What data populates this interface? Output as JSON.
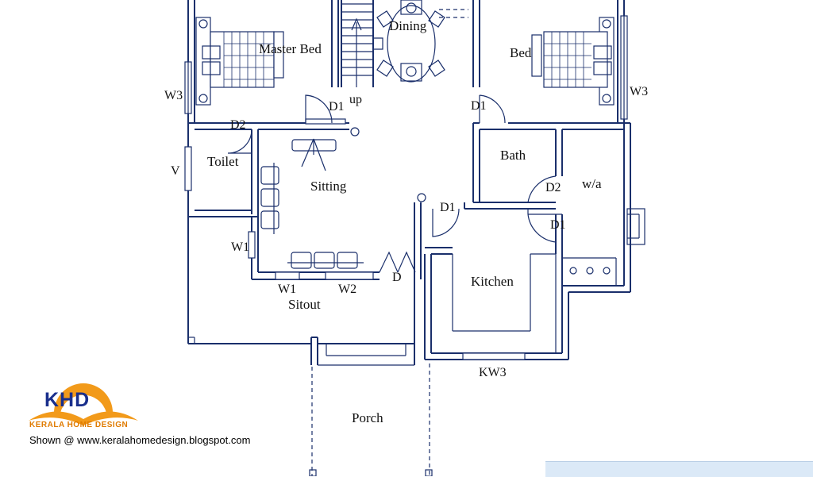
{
  "rooms": {
    "master_bed": "Master Bed",
    "dining": "Dining",
    "bed": "Bed",
    "toilet": "Toilet",
    "sitting": "Sitting",
    "bath": "Bath",
    "wa": "w/a",
    "kitchen": "Kitchen",
    "sitout": "Sitout",
    "porch": "Porch"
  },
  "openings": {
    "w3_left": "W3",
    "w3_right": "W3",
    "d1_master": "D1",
    "d1_bed": "D1",
    "d2_toilet": "D2",
    "v": "V",
    "d1_kitchen_left": "D1",
    "d2_wa": "D2",
    "d1_wa": "D1",
    "w1_side": "W1",
    "w1_front": "W1",
    "w2_front": "W2",
    "d_main": "D",
    "kw3": "KW3",
    "up": "up"
  },
  "logo": {
    "text": "KHD",
    "subtitle": "KERALA HOME DESIGN",
    "icon": "sun-swoosh-logo-icon",
    "colors": {
      "blue": "#1a2f8c",
      "orange": "#f29a1a"
    }
  },
  "footer": {
    "shown_at": "Shown @  www.keralahomedesign.blogspot.com"
  },
  "colors": {
    "line": "#1a2f6b",
    "credit_box": "#dbe9f7"
  }
}
